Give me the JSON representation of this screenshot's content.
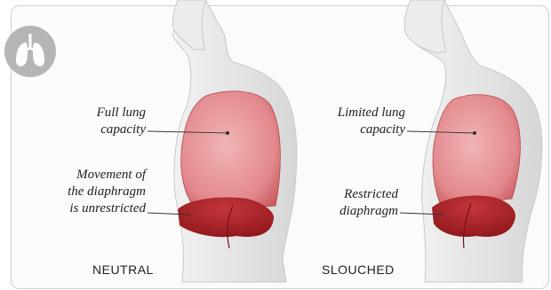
{
  "panels": [
    {
      "caption": "NEUTRAL",
      "labels": [
        {
          "line1": "Full lung",
          "line2": "capacity",
          "line3": ""
        },
        {
          "line1": "Movement of",
          "line2": "the diaphragm",
          "line3": "is unrestricted"
        }
      ]
    },
    {
      "caption": "SLOUCHED",
      "labels": [
        {
          "line1": "Limited lung",
          "line2": "capacity",
          "line3": ""
        },
        {
          "line1": "Restricted",
          "line2": "diaphragm",
          "line3": ""
        }
      ]
    }
  ],
  "icon": "lungs-icon",
  "colors": {
    "lung": "#e79c9f",
    "diaphragm": "#b0262b",
    "body": "#e6e6e6",
    "icon_bg": "#b5b5b5"
  }
}
